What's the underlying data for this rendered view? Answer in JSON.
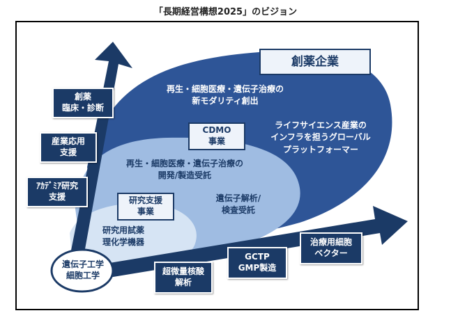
{
  "title": "「長期経営構想2025」のビジョン",
  "colors": {
    "navy": "#1b3a66",
    "mid": "#3b66a8",
    "light": "#9fbce2",
    "pale": "#d6e4f4"
  },
  "left_axis": [
    "創薬\n臨床・診断",
    "産業応用\n支援",
    "ｱｶﾃﾞﾐｱ研究\n支援"
  ],
  "origin": "遺伝子工学\n細胞工学",
  "bottom_axis": [
    "超微量核酸\n解析",
    "GCTP\nGMP製造",
    "治療用細胞\nベクター"
  ],
  "top_box": "創薬企業",
  "outer_text_1": "再生・細胞医療・遺伝子治療の\n新モダリティ創出",
  "outer_text_2": "ライフサイエンス産業の\nインフラを担うグローバル\nプラットフォーマー",
  "cdmo_box": "CDMO\n事業",
  "middle_text_1": "再生・細胞医療・遺伝子治療の\n開発/製造受託",
  "middle_text_2": "遺伝子解析/\n検査受託",
  "research_box": "研究支援\n事業",
  "inner_text": "研究用試薬\n理化学機器"
}
